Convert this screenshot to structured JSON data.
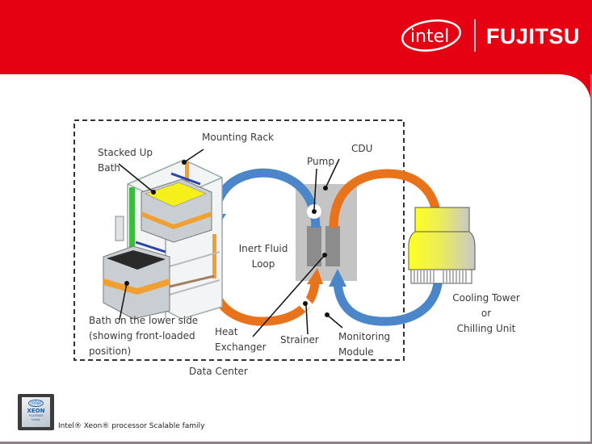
{
  "header": {
    "brand_color": "#e50012",
    "logos": {
      "intel": "intel",
      "fujitsu": "FUJITSU"
    }
  },
  "diagram": {
    "title_region": "Data Center",
    "labels": {
      "mounting_rack": "Mounting Rack",
      "stacked_up_bath": [
        "Stacked Up",
        "Bath"
      ],
      "cdu": "CDU",
      "pump": "Pump",
      "inert_fluid_loop": [
        "Inert Fluid",
        "Loop"
      ],
      "bath_lower": [
        "Bath on the lower side",
        "(showing front-loaded",
        "position)"
      ],
      "heat_exchanger": [
        "Heat",
        "Exchanger"
      ],
      "strainer": "Strainer",
      "monitoring_module": [
        "Monitoring",
        "Module"
      ],
      "cooling_tower": [
        "Cooling Tower",
        "or",
        "Chilling Unit"
      ],
      "data_center": "Data Center"
    },
    "colors": {
      "hot_loop": "#e8731a",
      "cold_loop": "#4a86c8",
      "cdu_box": "#c4c4c4",
      "heat_exchanger": "#8c8c8c",
      "bath_fill": "#f5ef1a",
      "rack_green": "#3dbb3d",
      "rack_orange": "#f0a030"
    }
  },
  "footer": {
    "badge": {
      "brand": "intel",
      "product": "XEON",
      "tier": "PLATINUM",
      "inside": "inside"
    },
    "text": "Intel® Xeon® processor Scalable family"
  }
}
